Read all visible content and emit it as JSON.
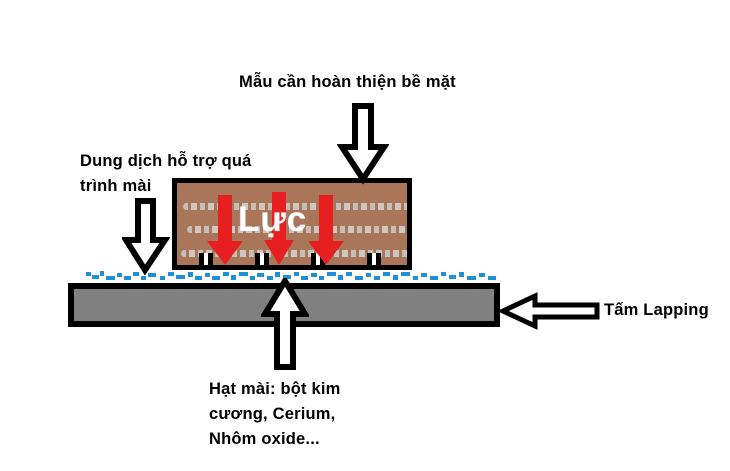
{
  "diagram": {
    "title_text": "Mẫu cần hoàn thiện bề mặt",
    "type": "lapping-process-schematic",
    "labels": {
      "sample": "Mẫu cần hoàn thiện bề mặt",
      "fluid": "Dung dịch hỗ trợ quá\ntrình mài",
      "abrasive": "Hạt mài: bột kim\ncương, Cerium,\nNhôm oxide...",
      "plate": "Tấm Lapping",
      "force": "Lực"
    },
    "colors": {
      "workpiece": "#a9765a",
      "workpiece_streak": "#c8c8c8",
      "lapping_plate": "#808080",
      "force_arrow": "#e62020",
      "slurry": "#1e90d8",
      "outline": "#000000",
      "background": "#ffffff",
      "text": "#000000",
      "force_text": "#ffffff"
    },
    "arrows": {
      "top": {
        "direction": "down",
        "points_to": "workpiece",
        "style": "white-outline"
      },
      "left": {
        "direction": "down",
        "points_to": "slurry",
        "style": "white-outline"
      },
      "bottom": {
        "direction": "up",
        "points_to": "slurry",
        "style": "white-outline"
      },
      "right": {
        "direction": "left",
        "points_to": "lapping-plate",
        "style": "white-outline"
      },
      "force": {
        "direction": "down",
        "count": 3,
        "color": "#e62020",
        "style": "solid-fill"
      }
    },
    "teeth_positions": [
      22,
      78,
      134,
      190
    ],
    "streak_count": 3
  }
}
